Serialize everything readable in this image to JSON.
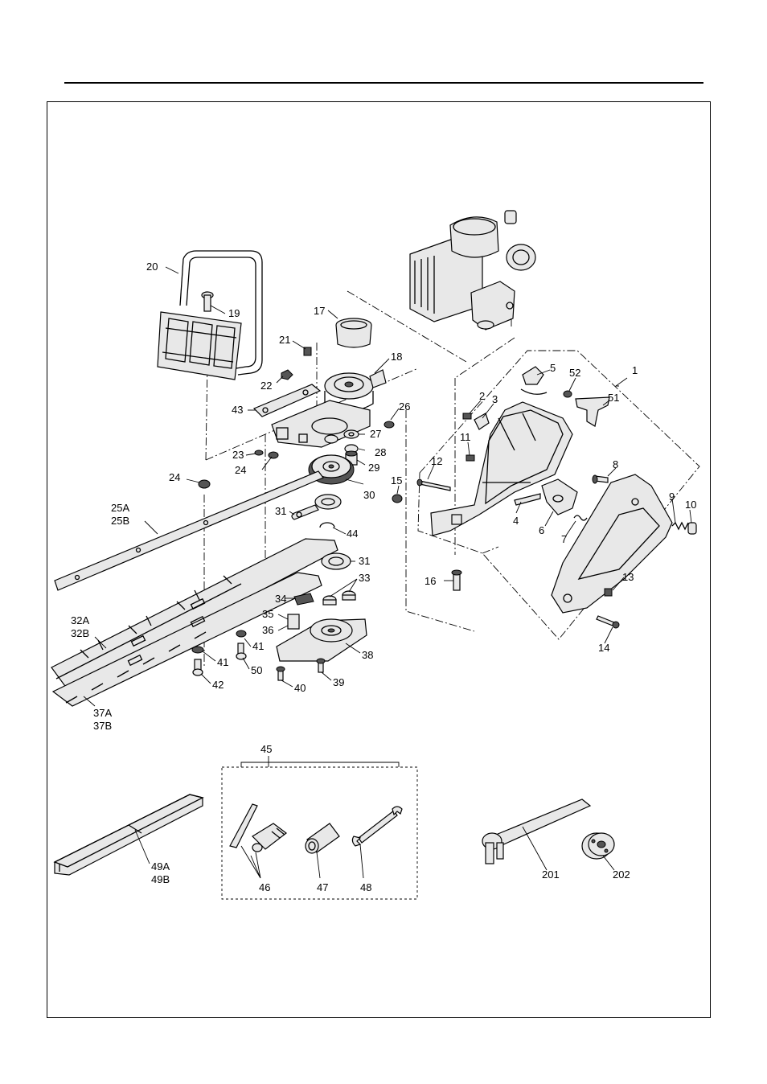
{
  "labels": {
    "p1": "1",
    "p2": "2",
    "p3": "3",
    "p4": "4",
    "p5": "5",
    "p6": "6",
    "p7": "7",
    "p8": "8",
    "p9": "9",
    "p10": "10",
    "p11": "11",
    "p12": "12",
    "p13": "13",
    "p14": "14",
    "p15": "15",
    "p16": "16",
    "p17": "17",
    "p18": "18",
    "p19": "19",
    "p20": "20",
    "p21": "21",
    "p22": "22",
    "p23": "23",
    "p24a": "24",
    "p24b": "24",
    "p25a": "25A",
    "p25b": "25B",
    "p26": "26",
    "p27": "27",
    "p28": "28",
    "p29": "29",
    "p30": "30",
    "p31a": "31",
    "p31b": "31",
    "p32a": "32A",
    "p32b": "32B",
    "p33": "33",
    "p34": "34",
    "p35": "35",
    "p36": "36",
    "p37a": "37A",
    "p37b": "37B",
    "p38": "38",
    "p39": "39",
    "p40": "40",
    "p41a": "41",
    "p41b": "41",
    "p42": "42",
    "p43": "43",
    "p44": "44",
    "p45": "45",
    "p46": "46",
    "p47": "47",
    "p48": "48",
    "p49a": "49A",
    "p49b": "49B",
    "p50": "50",
    "p51": "51",
    "p52": "52",
    "p201": "201",
    "p202": "202"
  }
}
